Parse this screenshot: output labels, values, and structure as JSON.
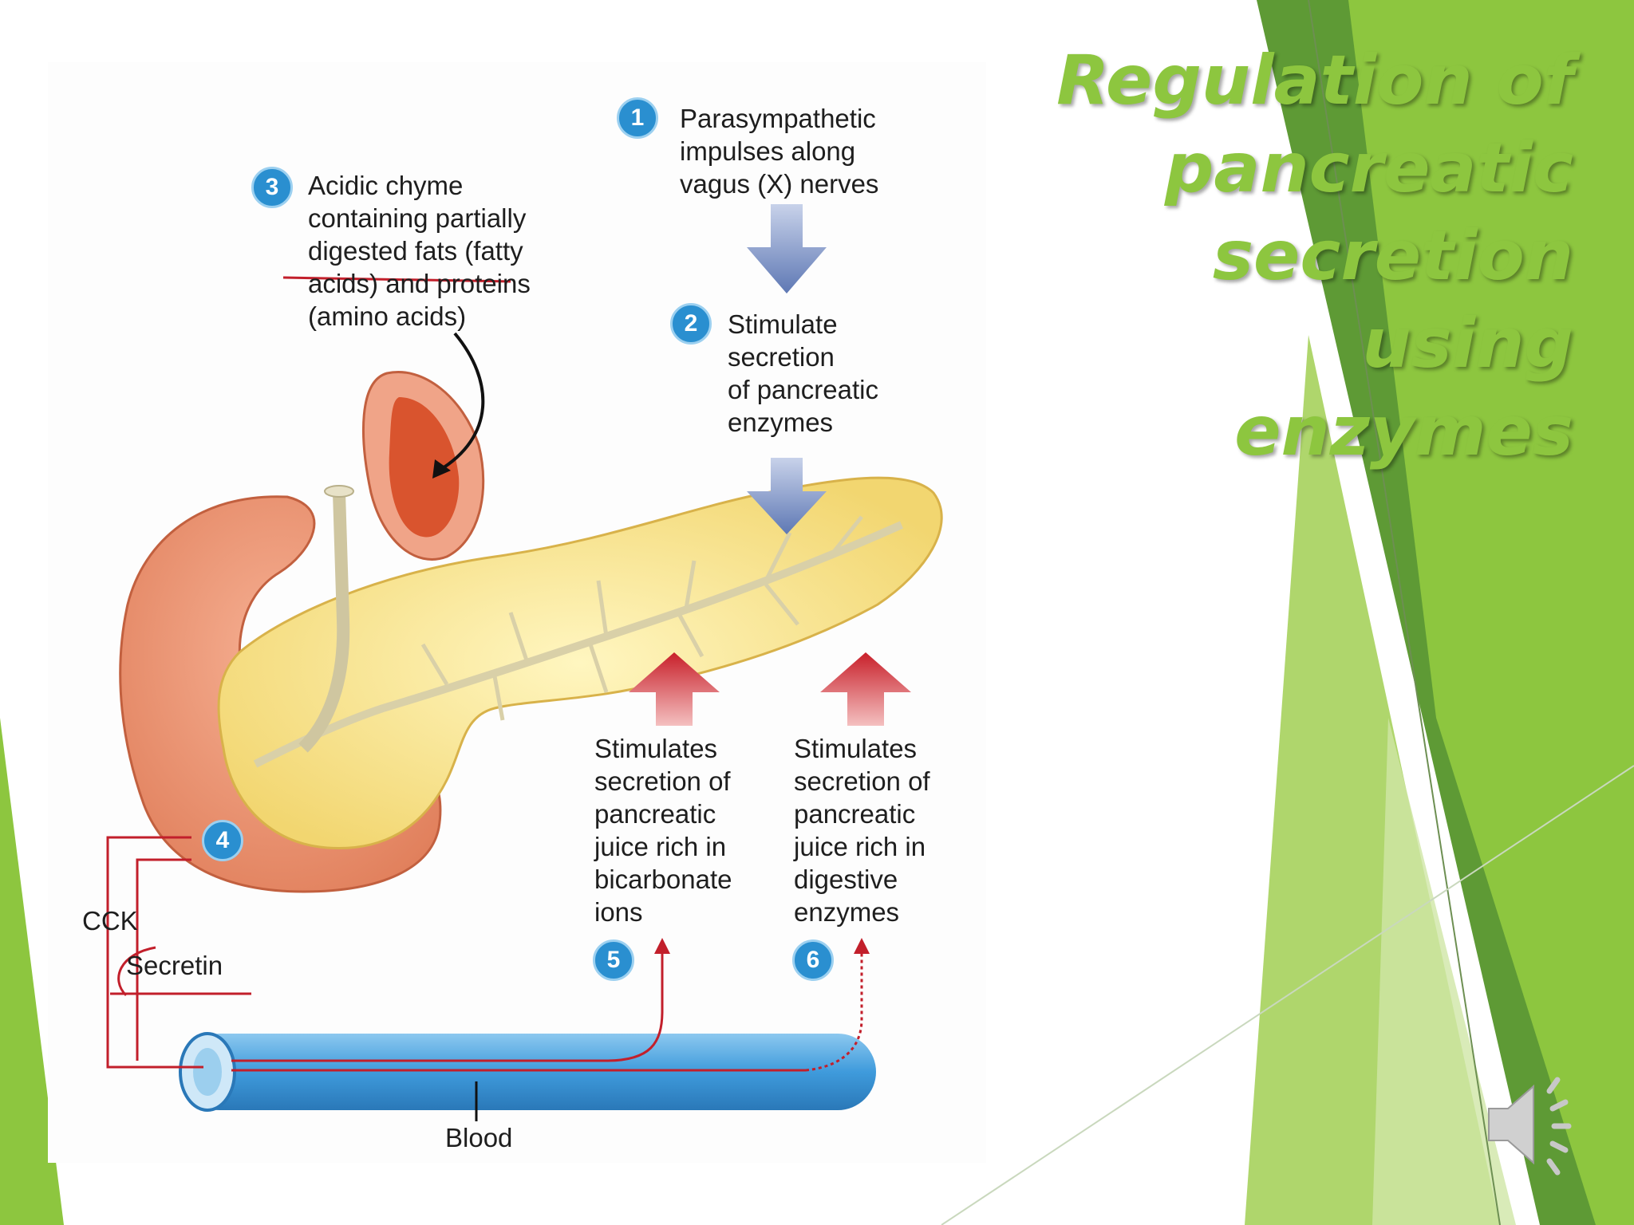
{
  "slide": {
    "title_lines": [
      "Regulation of",
      "pancreatic",
      "secretion using",
      "enzymes"
    ],
    "colors": {
      "title": "#8dc63f",
      "accent_dark": "#5e9a35",
      "accent_light": "#a6d25c"
    }
  },
  "diagram": {
    "step1": {
      "number": "1",
      "lines": [
        "Parasympathetic",
        "impulses along",
        "vagus (X) nerves"
      ]
    },
    "step2": {
      "number": "2",
      "lines": [
        "Stimulate",
        "secretion",
        "of pancreatic",
        "enzymes"
      ]
    },
    "step3": {
      "number": "3",
      "lines": [
        "Acidic chyme",
        "containing partially",
        "digested fats (fatty",
        "acids) and proteins",
        "(amino acids)"
      ]
    },
    "step4": {
      "number": "4"
    },
    "step5": {
      "number": "5",
      "lines": [
        "Stimulates",
        "secretion of",
        "pancreatic",
        "juice rich in",
        "bicarbonate",
        "ions"
      ]
    },
    "step6": {
      "number": "6",
      "lines": [
        "Stimulates",
        "secretion of",
        "pancreatic",
        "juice rich in",
        "digestive",
        "enzymes"
      ]
    },
    "hormones": {
      "cck": "CCK",
      "secretin": "Secretin"
    },
    "blood_label": "Blood",
    "icons": [
      "speaker-icon"
    ]
  }
}
